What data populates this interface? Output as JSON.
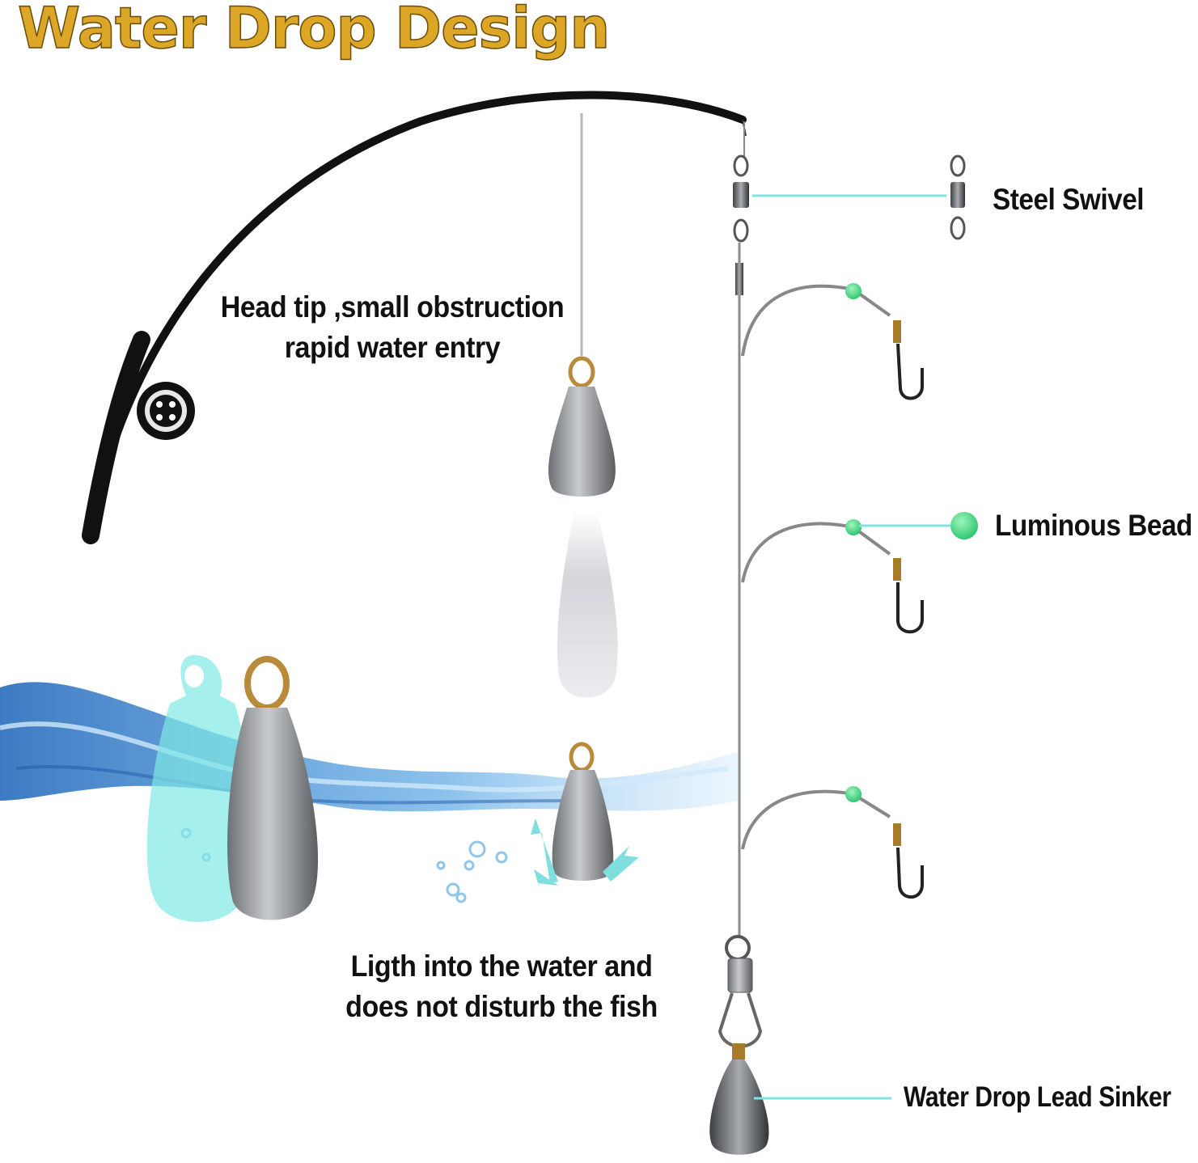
{
  "title": "Water Drop Design",
  "descriptions": {
    "head_tip": [
      "Head tip ,small obstruction",
      "rapid water entry"
    ],
    "light_entry": [
      "Ligth into the water and",
      "does not disturb the fish"
    ]
  },
  "callouts": {
    "steel_swivel": "Steel Swivel",
    "luminous_bead": "Luminous Bead",
    "lead_sinker": "Water Drop Lead Sinker"
  },
  "colors": {
    "title": "#DCA727",
    "callout_line": "#7fe3e3",
    "bead": "#39d87a",
    "water": "#3a8fd6",
    "ghost_sinker": "#7fe8e4",
    "sinker_metal": "#8f9296"
  },
  "icons": [
    "fishing-rod-icon",
    "reel-icon",
    "steel-swivel-icon",
    "luminous-bead-icon",
    "hook-icon",
    "snap-swivel-icon",
    "sinker-icon",
    "water-splash-icon",
    "bubble-icon",
    "arrow-icon"
  ]
}
